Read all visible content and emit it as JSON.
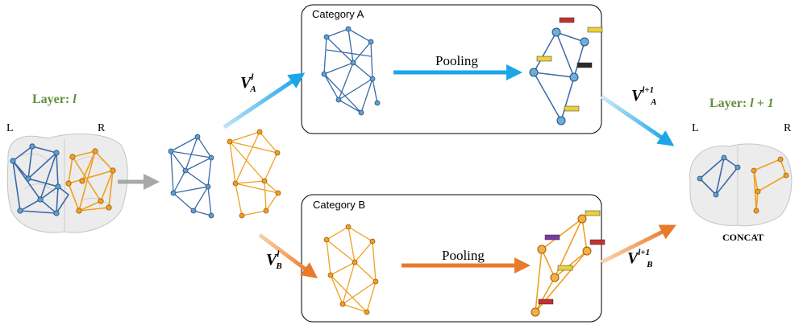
{
  "layer_left": {
    "prefix": "Layer: ",
    "value": "l"
  },
  "layer_right": {
    "prefix": "Layer: ",
    "value": "l + 1"
  },
  "hemisphere": {
    "left": "L",
    "right": "R"
  },
  "categories": {
    "a": "Category A",
    "b": "Category B"
  },
  "pooling_label": "Pooling",
  "concat_label": "CONCAT",
  "arrows": {
    "va_l": {
      "base": "V",
      "sup": "l",
      "sub": "A"
    },
    "vb_l": {
      "base": "V",
      "sup": "l",
      "sub": "B"
    },
    "va_l1": {
      "base": "V",
      "sup": "l+1",
      "sub": "A"
    },
    "vb_l1": {
      "base": "V",
      "sup": "l+1",
      "sub": "B"
    }
  },
  "colors": {
    "blue_graph": "#3b6aa8",
    "orange_graph": "#f0a020",
    "blue_arrow": "#1ba6e8",
    "orange_arrow": "#e87a2a",
    "gray_arrow": "#a8a8a8",
    "layer_green": "#5f8f3a"
  }
}
